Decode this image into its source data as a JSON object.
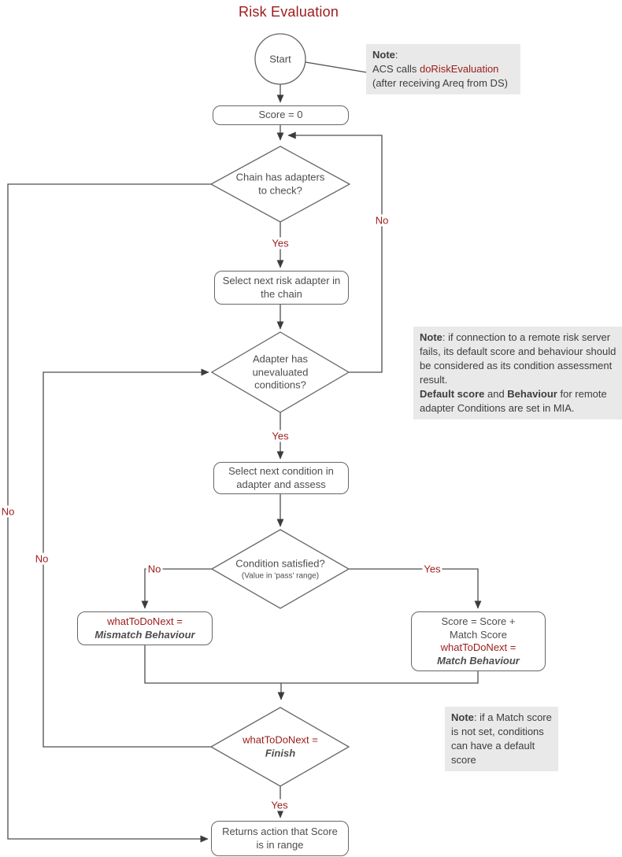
{
  "title": "Risk Evaluation",
  "colors": {
    "accent_red": "#9c1b1b",
    "shape_border": "#666666",
    "line": "#4d4d4d",
    "text": "#4d4d4d",
    "note_bg": "#e9e9e9"
  },
  "nodes": {
    "start": {
      "label": "Start"
    },
    "score": {
      "label": "Score = 0"
    },
    "d1": {
      "l1": "Chain has adapters",
      "l2": "to check?"
    },
    "selectAdapter": {
      "l1": "Select next risk adapter in",
      "l2": "the chain"
    },
    "d2": {
      "l1": "Adapter has",
      "l2": "unevaluated",
      "l3": "conditions?"
    },
    "selectCondition": {
      "l1": "Select next condition in",
      "l2": "adapter and assess"
    },
    "d3": {
      "l1": "Condition satisfied?",
      "l2": "(Value in 'pass' range)"
    },
    "mismatch": {
      "l1": "whatToDoNext =",
      "l2": "Mismatch Behaviour"
    },
    "match": {
      "l1": "Score = Score +",
      "l2": "Match Score",
      "l3": "whatToDoNext =",
      "l4": "Match Behaviour"
    },
    "d4": {
      "l1": "whatToDoNext =",
      "l2": "Finish"
    },
    "returns": {
      "l1": "Returns action that Score",
      "l2": "is in range"
    }
  },
  "edges": {
    "d1_yes": "Yes",
    "d1_no": "No",
    "d2_yes": "Yes",
    "d2_no": "No",
    "d3_no": "No",
    "d3_yes": "Yes",
    "d4_no": "No",
    "d4_yes": "Yes"
  },
  "notes": {
    "note1": {
      "title": "Note",
      "colon": ":",
      "line2_plain": "ACS calls ",
      "line2_red": "doRiskEvaluation",
      "line3": "(after receiving Areq from DS)"
    },
    "note2": {
      "title": "Note",
      "part1": ": if connection to a remote risk server fails, its default score and behaviour should be considered as its condition assessment result.",
      "bold1": "Default score",
      "mid": " and ",
      "bold2": "Behaviour",
      "part2": " for remote adapter Conditions are set in MIA."
    },
    "note3": {
      "title": "Note",
      "body": ": if a Match score is not set, conditions can have a default score"
    }
  }
}
